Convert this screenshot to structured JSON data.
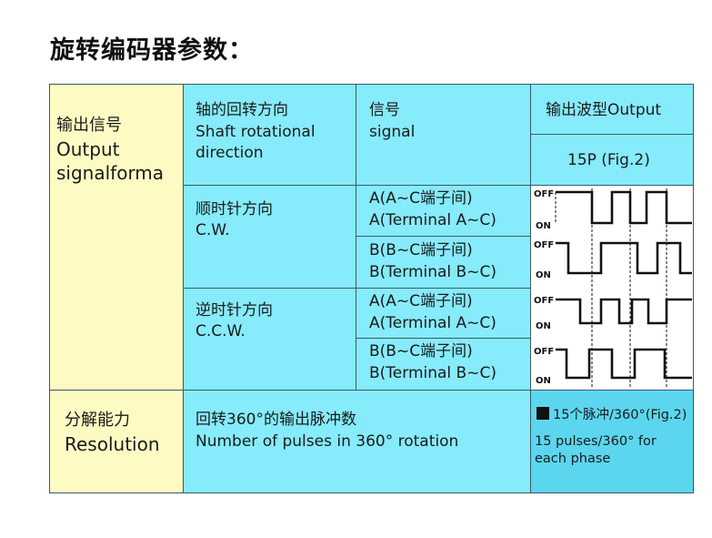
{
  "title": "旋转编码器参数：",
  "left_col": {
    "output_cn": "输出信号",
    "output_en1": "Output",
    "output_en2": "signalforma",
    "resolution_cn": "分解能力",
    "resolution_en": "Resolution"
  },
  "header": {
    "shaft_cn": "轴的回转方向",
    "shaft_en1": "Shaft rotational",
    "shaft_en2": "direction",
    "signal_cn": "信号",
    "signal_en": "signal",
    "waveform": "输出波型Output",
    "pulses": "15P (Fig.2)"
  },
  "rows": [
    {
      "signal_cn": "A(A~C端子间)",
      "signal_en": "A(Terminal A~C)"
    },
    {
      "signal_cn": "B(B~C端子间)",
      "signal_en": "B(Terminal B~C)"
    },
    {
      "signal_cn": "A(A~C端子间)",
      "signal_en": "A(Terminal A~C)"
    },
    {
      "signal_cn": "B(B~C端子间)",
      "signal_en": "B(Terminal B~C)"
    }
  ],
  "directions": {
    "cw_cn": "顺时针方向",
    "cw_en": "C.W.",
    "ccw_cn": "逆时针方向",
    "ccw_en": "C.C.W."
  },
  "wave_labels": {
    "off": "OFF",
    "on": "ON"
  },
  "resolution": {
    "desc_cn": "回转360°的输出脉冲数",
    "desc_en": "Number of pulses in 360° rotation",
    "value_cn": "15个脉冲/360°(Fig.2)",
    "value_en1": "15 pulses/360° for",
    "value_en2": "each phase"
  },
  "colors": {
    "yellow": "#fdfbc3",
    "cyan": "#86ebfb",
    "dark_cyan": "#5cd6ef"
  }
}
